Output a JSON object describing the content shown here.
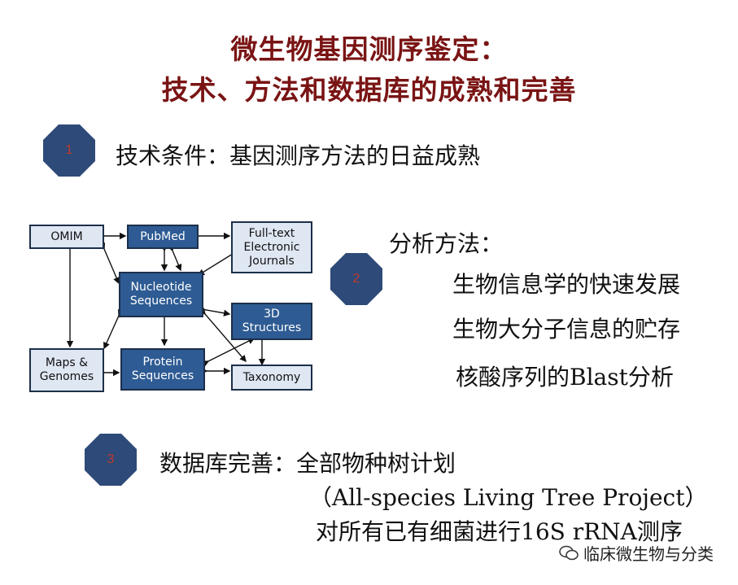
{
  "title": {
    "line1": "微生物基因测序鉴定：",
    "line2": "技术、方法和数据库的成熟和完善"
  },
  "badge_color": "#2e4a78",
  "badge_text_color": "#c0392b",
  "items": [
    {
      "number": "1",
      "text": "技术条件：基因测序方法的日益成熟"
    },
    {
      "number": "2",
      "heading": "分析方法：",
      "lines": [
        "生物信息学的快速发展",
        "生物大分子信息的贮存",
        "核酸序列的Blast分析"
      ]
    },
    {
      "number": "3",
      "heading": "数据库完善：全部物种树计划",
      "lines": [
        "（All-species Living Tree Project）",
        "对所有已有细菌进行16S rRNA测序"
      ]
    }
  ],
  "diagram": {
    "boxes": {
      "omim": "OMIM",
      "pubmed": "PubMed",
      "fulltext": "Full-text\nElectronic\nJournals",
      "nucleotide": "Nucleotide\nSequences",
      "structures": "3D\nStructures",
      "maps": "Maps &\nGenomes",
      "protein": "Protein\nSequences",
      "taxonomy": "Taxonomy"
    }
  },
  "watermark": "临床微生物与分类"
}
